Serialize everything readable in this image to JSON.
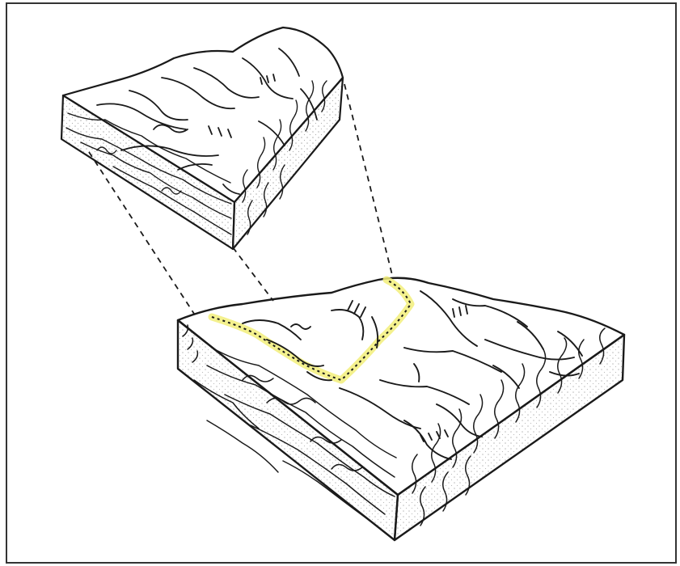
{
  "figure": {
    "ink_color": "#1a1a1a",
    "paper_color": "#ffffff",
    "frame_color": "#333333",
    "highlight_color": "#f2ee7a",
    "blocks": [
      "upper-block-diagram",
      "lower-block-diagram"
    ],
    "highlighted_feature": "watershed-outline"
  }
}
